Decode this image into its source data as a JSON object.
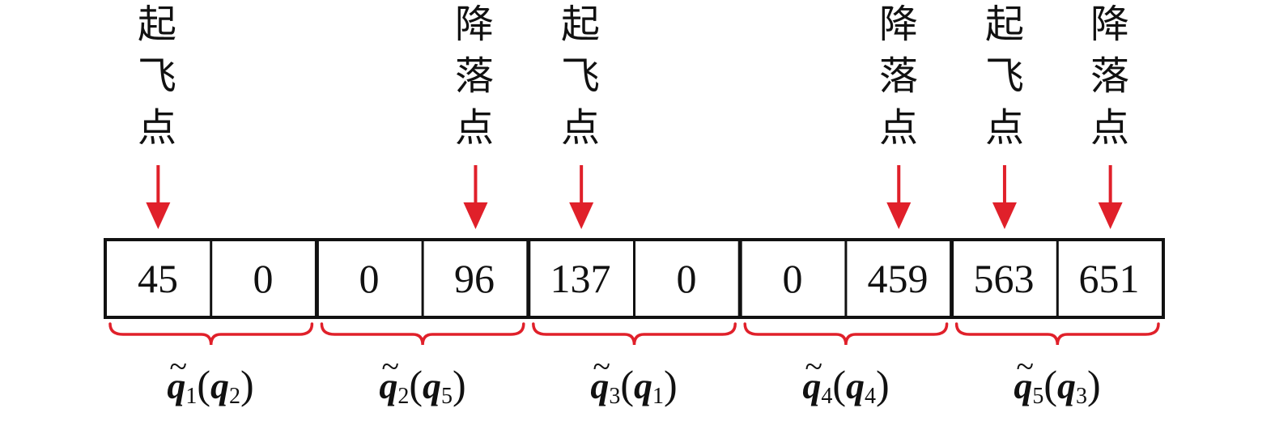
{
  "cells": [
    "45",
    "0",
    "0",
    "96",
    "137",
    "0",
    "0",
    "459",
    "563",
    "651"
  ],
  "annotations": [
    {
      "cell": 0,
      "chars": [
        "起",
        "飞",
        "点"
      ]
    },
    {
      "cell": 3,
      "chars": [
        "降",
        "落",
        "点"
      ]
    },
    {
      "cell": 4,
      "chars": [
        "起",
        "飞",
        "点"
      ]
    },
    {
      "cell": 7,
      "chars": [
        "降",
        "落",
        "点"
      ]
    },
    {
      "cell": 8,
      "chars": [
        "起",
        "飞",
        "点"
      ]
    },
    {
      "cell": 9,
      "chars": [
        "降",
        "落",
        "点"
      ]
    }
  ],
  "groups": [
    {
      "tilde_sub": "1",
      "q_sub": "2"
    },
    {
      "tilde_sub": "2",
      "q_sub": "5"
    },
    {
      "tilde_sub": "3",
      "q_sub": "1"
    },
    {
      "tilde_sub": "4",
      "q_sub": "4"
    },
    {
      "tilde_sub": "5",
      "q_sub": "3"
    }
  ],
  "symbols": {
    "q": "q",
    "open": "(",
    "close": ")"
  },
  "colors": {
    "arrow": "#e0202a",
    "brace": "#e0202a",
    "border": "#111111"
  }
}
